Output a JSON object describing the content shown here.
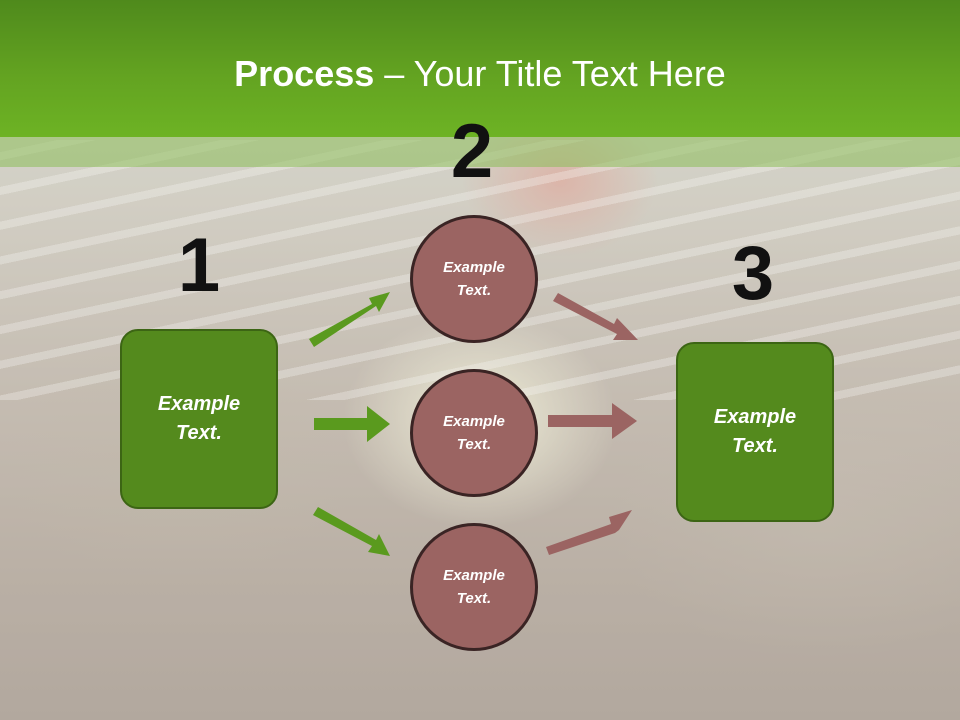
{
  "title": {
    "bold": "Process",
    "rest": " – Your Title Text Here"
  },
  "steps": {
    "n1": "1",
    "n2": "2",
    "n3": "3"
  },
  "left_box": {
    "line1": "Example",
    "line2": "Text."
  },
  "right_box": {
    "line1": "Example",
    "line2": "Text."
  },
  "circles": [
    {
      "line1": "Example",
      "line2": "Text."
    },
    {
      "line1": "Example",
      "line2": "Text."
    },
    {
      "line1": "Example",
      "line2": "Text."
    }
  ],
  "colors": {
    "header_green": "#63a321",
    "box_green": "#548a1d",
    "circle_fill": "#9b6462",
    "arrow_green": "#5a9a1e",
    "arrow_brown": "#9b6462"
  }
}
